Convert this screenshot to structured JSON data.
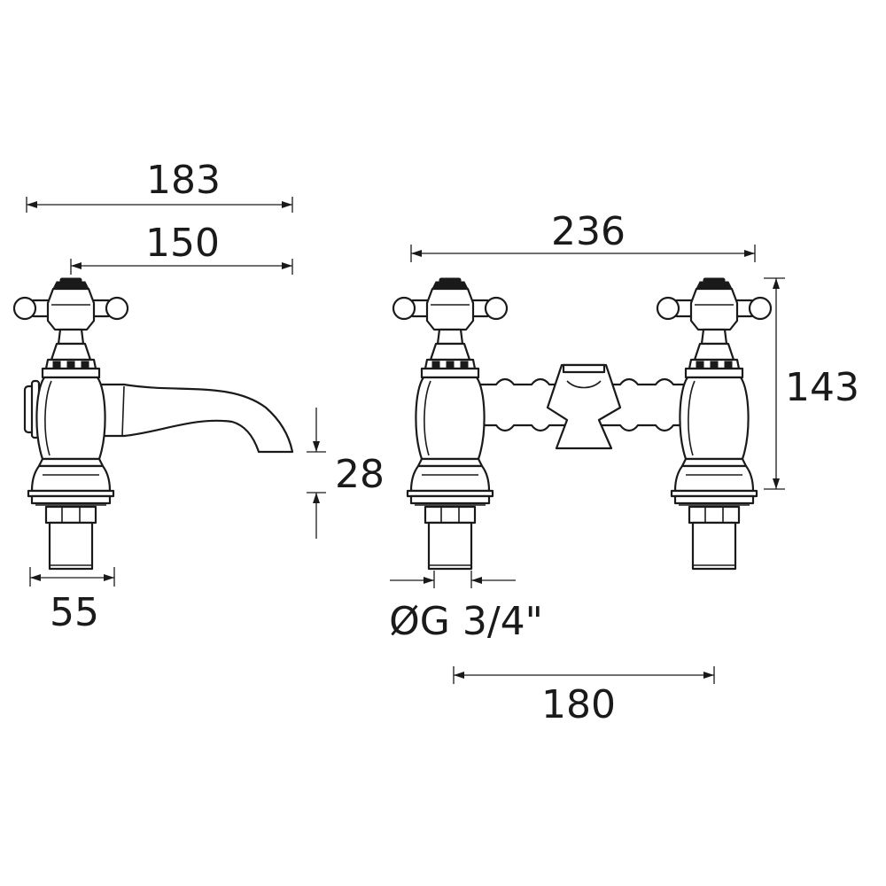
{
  "dimensions": {
    "overall_length": "183",
    "spout_reach": "150",
    "bridge_width": "236",
    "height": "143",
    "spout_clearance": "28",
    "base_diameter": "55",
    "thread_size": "ØG 3/4\"",
    "tap_centres": "180"
  },
  "colors": {
    "line": "#1a1a1a",
    "background": "#ffffff"
  }
}
